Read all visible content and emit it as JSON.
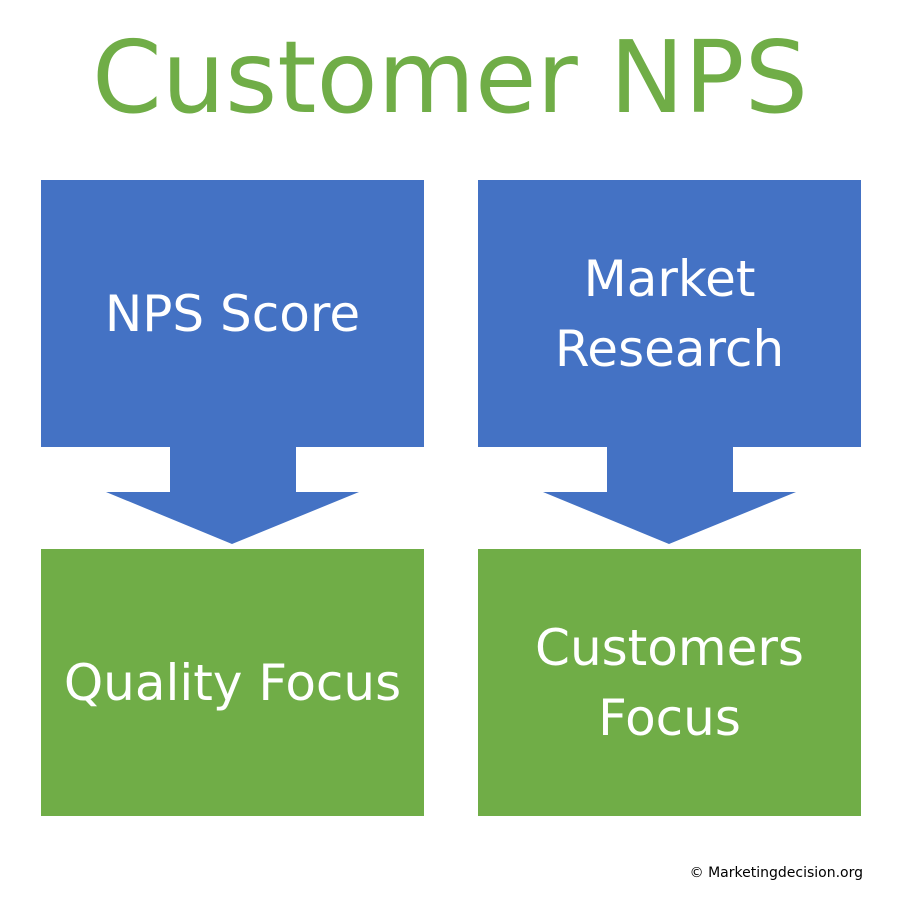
{
  "title": "Customer NPS",
  "boxes": {
    "top_left": "NPS Score",
    "top_right": "Market Research",
    "bottom_left": "Quality Focus",
    "bottom_right": "Customers Focus"
  },
  "colors": {
    "title": "#70AD47",
    "blue": "#4472C4",
    "green": "#70AD47"
  },
  "footer": "© Marketingdecision.org"
}
